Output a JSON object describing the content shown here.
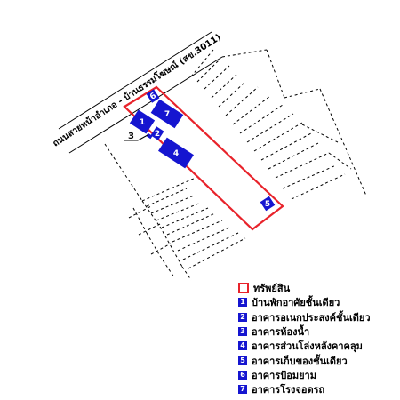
{
  "road": {
    "label": "ถนนสายหน้าอำเภอ - บ้านธรรมโฆษณ์ (สข.3011)"
  },
  "callout": {
    "label": "3"
  },
  "property": {
    "border_color": "#e8232b"
  },
  "buildings": [
    {
      "number": "1",
      "color": "#1515d0"
    },
    {
      "number": "2",
      "color": "#1515d0"
    },
    {
      "number": "4",
      "color": "#1515d0"
    },
    {
      "number": "5",
      "color": "#1515d0"
    },
    {
      "number": "6",
      "color": "#1515d0"
    },
    {
      "number": "7",
      "color": "#1515d0"
    }
  ],
  "legend": {
    "property_label": "ทรัพย์สิน",
    "items": [
      {
        "number": "1",
        "label": "บ้านพักอาศัยชั้นเดียว"
      },
      {
        "number": "2",
        "label": "อาคารอเนกประสงค์ชั้นเดียว"
      },
      {
        "number": "3",
        "label": "อาคารห้องน้ำ"
      },
      {
        "number": "4",
        "label": "อาคารส่วนโล่งหลังคาคลุม"
      },
      {
        "number": "5",
        "label": "อาคารเก็บของชั้นเดียว"
      },
      {
        "number": "6",
        "label": "อาคารป้อมยาม"
      },
      {
        "number": "7",
        "label": "อาคารโรงจอดรถ"
      }
    ]
  }
}
